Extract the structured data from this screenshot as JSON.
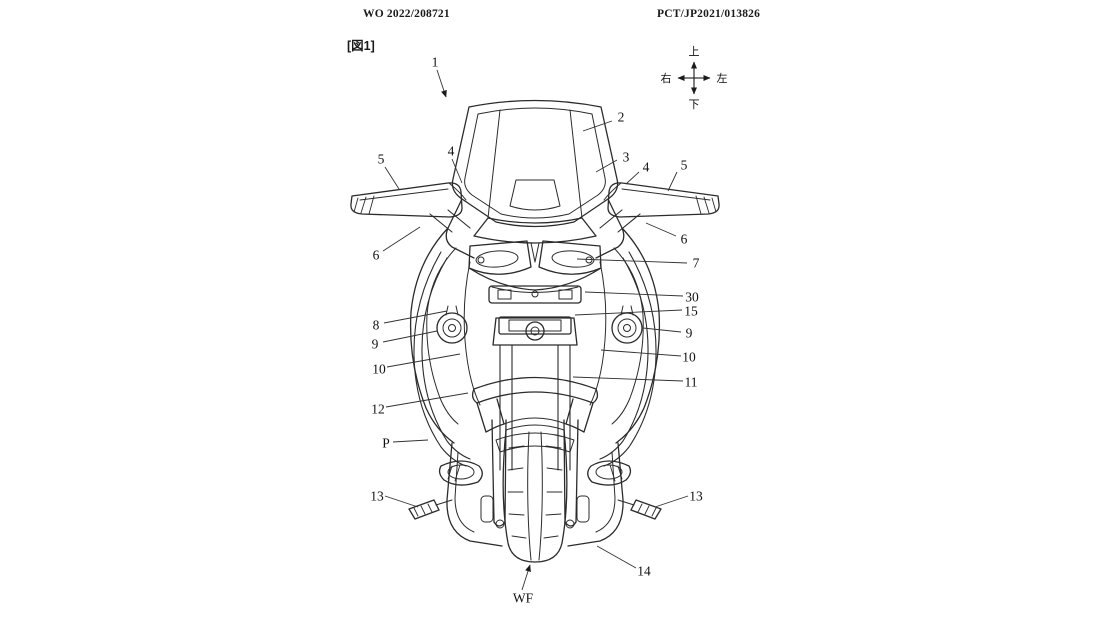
{
  "page": {
    "header_left": "WO 2022/208721",
    "header_right": "PCT/JP2021/013826"
  },
  "figure": {
    "label": "[図1]",
    "compass": {
      "up": "上",
      "down": "下",
      "left": "右",
      "right": "左"
    },
    "callouts": {
      "n1": "1",
      "n2": "2",
      "n3": "3",
      "n4l": "4",
      "n4r": "4",
      "n5l": "5",
      "n5r": "5",
      "n6l": "6",
      "n6r": "6",
      "n7": "7",
      "n8": "8",
      "n9l": "9",
      "n9r": "9",
      "n10l": "10",
      "n10r": "10",
      "n11": "11",
      "n12": "12",
      "n13l": "13",
      "n13r": "13",
      "n14": "14",
      "n15": "15",
      "n30": "30",
      "p": "P",
      "wf": "WF"
    }
  }
}
